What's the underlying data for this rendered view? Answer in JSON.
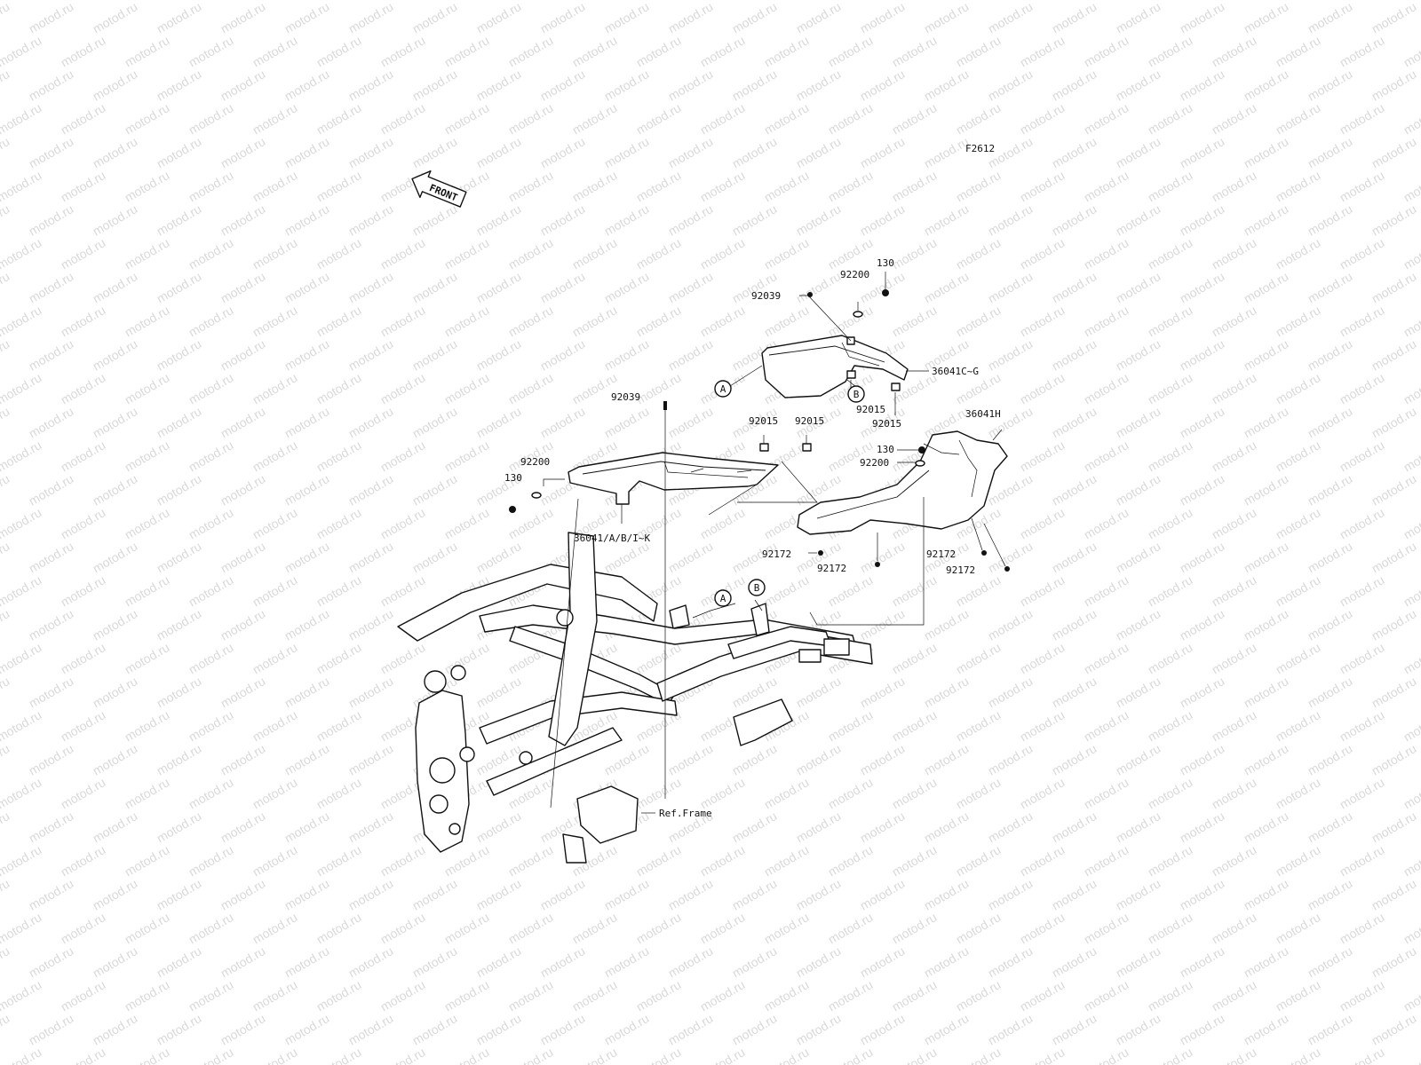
{
  "diagram": {
    "figure_code": "F2612",
    "watermark": "motod.ru",
    "front_arrow": "FRONT",
    "reference_markers": [
      "A",
      "B"
    ],
    "ref_note": "Ref.Frame",
    "labels": {
      "l130_top": "130",
      "l92200_top": "92200",
      "l92039_top": "92039",
      "l36041CG": "36041C~G",
      "l92015_b1": "92015",
      "l92015_b2": "92015",
      "l92039_mid": "92039",
      "l92015_m1": "92015",
      "l92015_m2": "92015",
      "l92200_left": "92200",
      "l130_left": "130",
      "l36041ABIK": "36041/A/B/I~K",
      "l36041H": "36041H",
      "l130_right": "130",
      "l92200_right": "92200",
      "l92172_a": "92172",
      "l92172_b": "92172",
      "l92172_c": "92172",
      "l92172_d": "92172"
    }
  }
}
